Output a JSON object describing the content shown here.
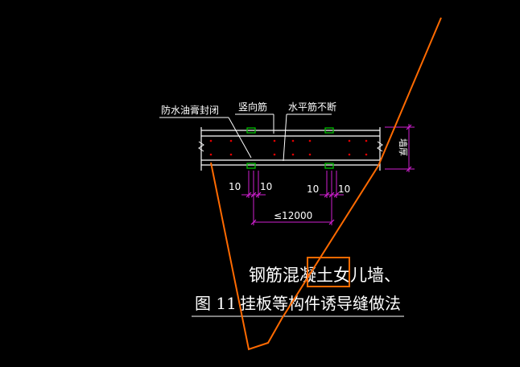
{
  "drawing": {
    "labels": {
      "waterproof_seal": "防水油膏封闭",
      "vertical_bar": "竖向筋",
      "horizontal_bar": "水平筋不断"
    },
    "dimensions": {
      "gap_left_a": "10",
      "gap_left_b": "10",
      "gap_right_a": "10",
      "gap_right_b": "10",
      "spacing": "≤12000",
      "wall_thickness": "墙厚"
    },
    "caption": {
      "line1": "钢筋混凝土女儿墙、",
      "figure_no": "图 11",
      "line2": "挂板等构件诱导缝做法"
    },
    "colors": {
      "background": "#000000",
      "rebar_line": "#ffffff",
      "dimension": "#d020d0",
      "annotation_mark": "#ff6a00",
      "rebar_dots": "#e00000",
      "seal_green": "#00c000"
    }
  }
}
